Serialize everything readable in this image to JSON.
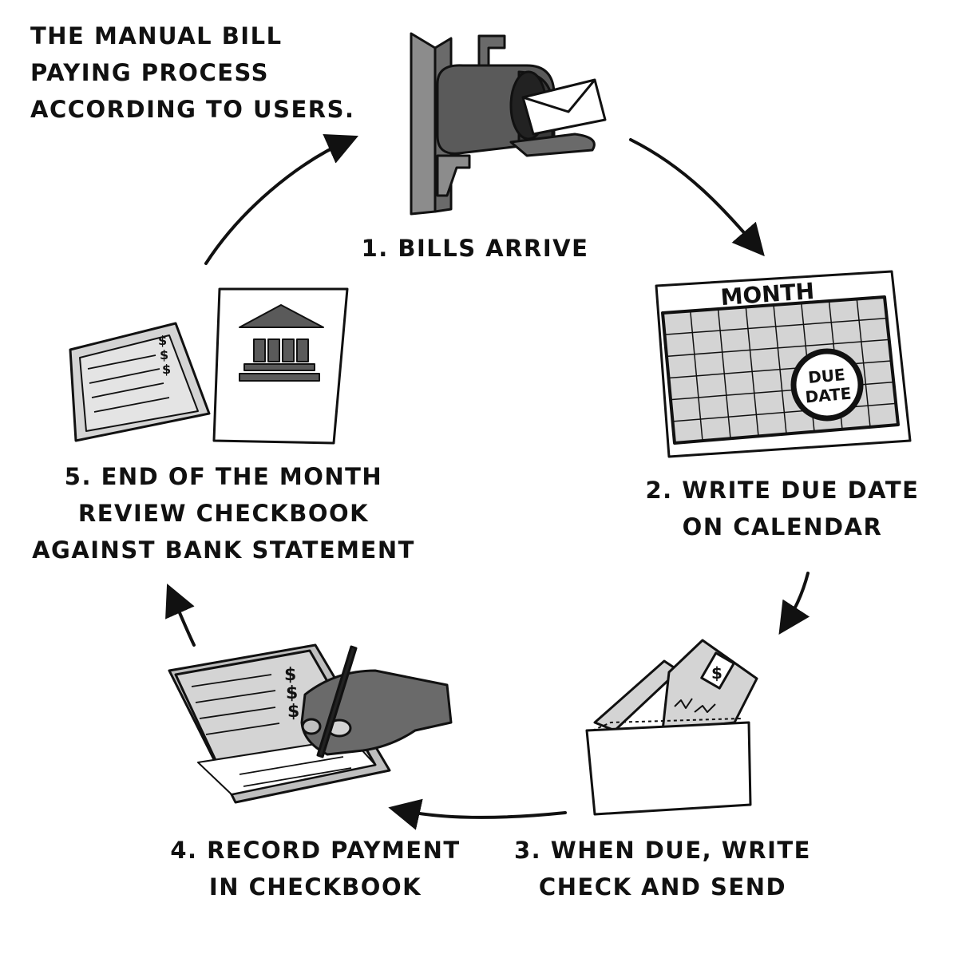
{
  "title": {
    "lines": [
      "THE MANUAL BILL",
      "PAYING PROCESS",
      "ACCORDING TO USERS."
    ]
  },
  "steps": [
    {
      "id": 1,
      "lines": [
        "1. BILLS ARRIVE"
      ]
    },
    {
      "id": 2,
      "lines": [
        "2. WRITE DUE DATE",
        "ON CALENDAR"
      ]
    },
    {
      "id": 3,
      "lines": [
        "3. WHEN DUE, WRITE",
        "CHECK AND SEND"
      ]
    },
    {
      "id": 4,
      "lines": [
        "4. RECORD PAYMENT",
        "IN CHECKBOOK"
      ]
    },
    {
      "id": 5,
      "lines": [
        "5. END OF THE MONTH",
        "REVIEW CHECKBOOK",
        "AGAINST BANK STATEMENT"
      ]
    }
  ],
  "calendar": {
    "header": "MONTH",
    "circle_lines": [
      "DUE",
      "DATE"
    ]
  },
  "icons": {
    "step1": "mailbox-with-envelope-icon",
    "step2": "calendar-icon",
    "step3": "envelope-with-check-icon",
    "step4": "hand-writing-in-checkbook-icon",
    "step5": "checkbook-and-bank-statement-icon"
  },
  "colors": {
    "ink": "#111111",
    "fill_dark": "#5a5a5a",
    "fill_mid": "#8c8c8c",
    "fill_light": "#d4d4d4",
    "paper": "#ffffff"
  }
}
